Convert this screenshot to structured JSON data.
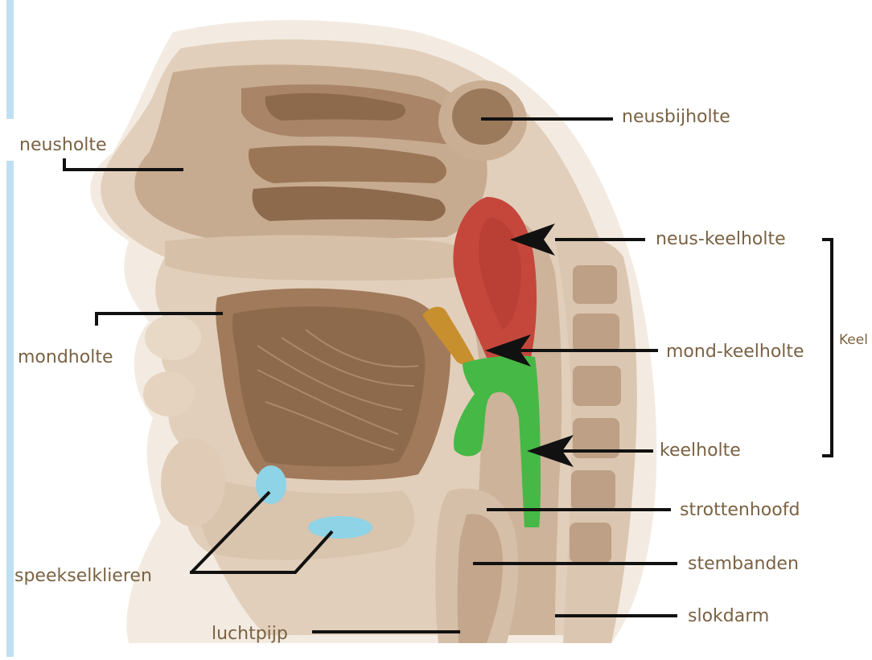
{
  "labels": {
    "neusbijholte": "neusbijholte",
    "neusholte": "neusholte",
    "neus_keelholte": "neus-keelholte",
    "mondholte": "mondholte",
    "mond_keelholte": "mond-keelholte",
    "keel": "Keel",
    "keelholte": "keelholte",
    "strottenhoofd": "strottenhoofd",
    "stembanden": "stembanden",
    "speekselklieren": "speekselklieren",
    "slokdarm": "slokdarm",
    "luchtpijp": "luchtpijp"
  },
  "colors": {
    "label_text": "#7a6243",
    "leader_line": "#111111",
    "nasopharynx_highlight": "#c5473c",
    "oropharynx_highlight": "#c88f2e",
    "laryngopharynx_highlight": "#46b845",
    "salivary_gland_highlight": "#8fd3e6",
    "left_edge_bar": "#bfe0f2",
    "tissue_light": "#e7d6c4",
    "tissue_mid": "#c8ab8e",
    "tissue_dark": "#8e6a4c"
  }
}
